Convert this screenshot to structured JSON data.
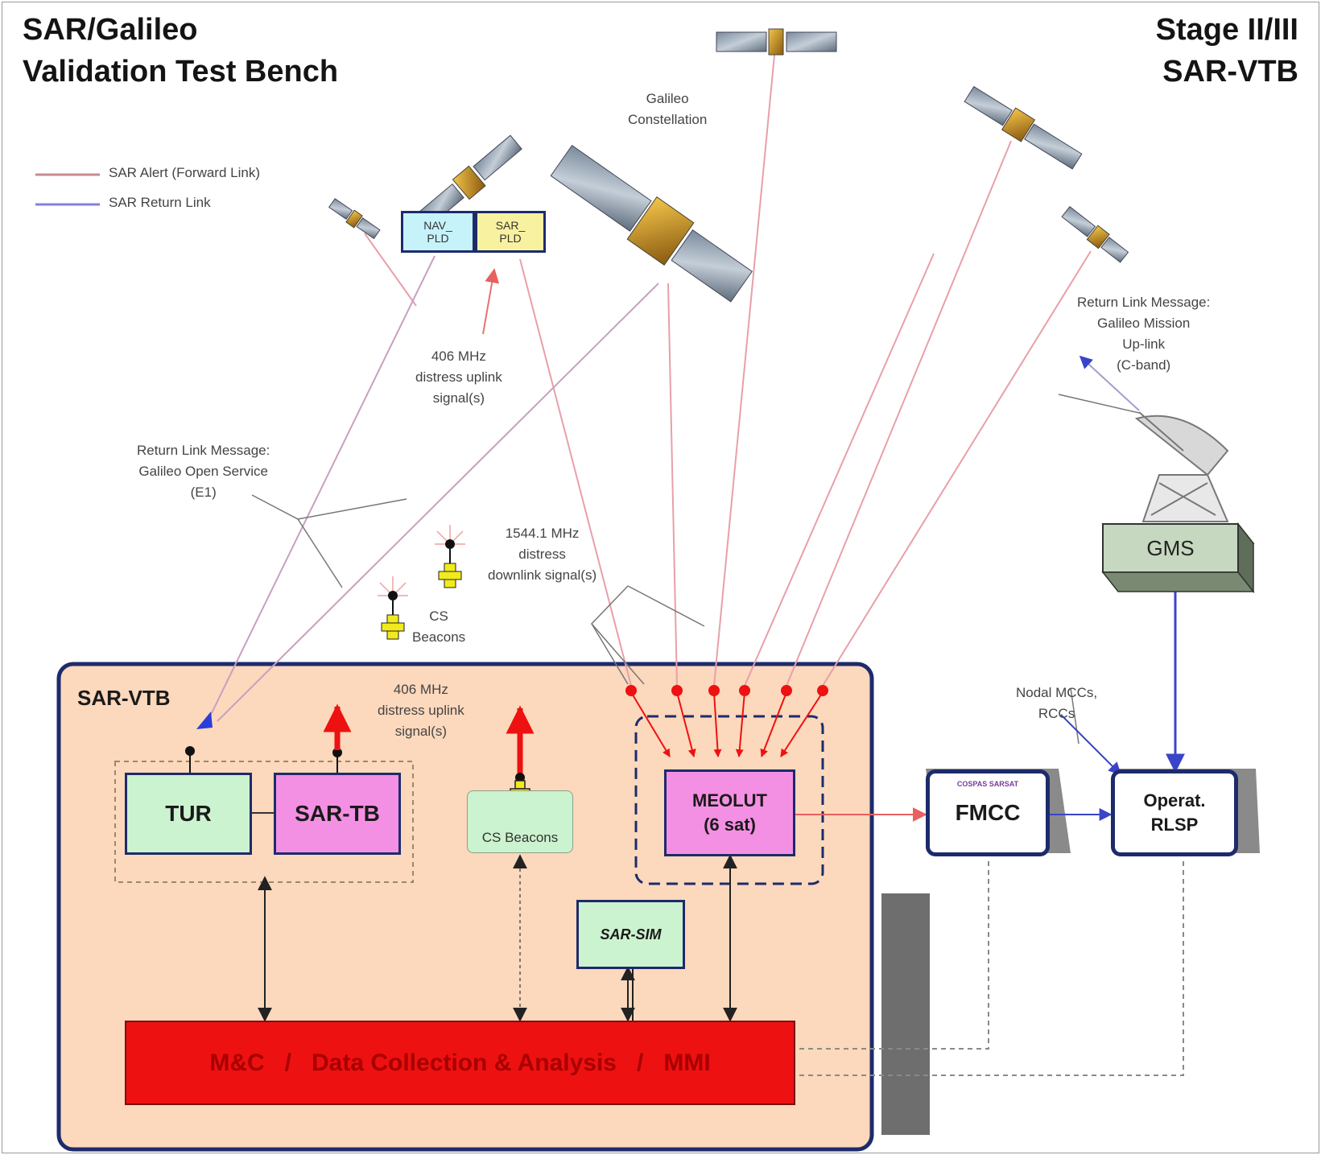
{
  "title": {
    "line1": "SAR/Galileo",
    "line2": "Validation Test Bench"
  },
  "stage": {
    "line1": "Stage II/III",
    "line2": "SAR-VTB"
  },
  "legend": [
    {
      "label": "SAR Alert (Forward Link)",
      "color": "#c98b8b"
    },
    {
      "label": "SAR Return Link",
      "color": "#8080e0"
    }
  ],
  "payload": {
    "nav": "NAV_ PLD",
    "sar": "SAR_ PLD"
  },
  "annotations": {
    "constellation": [
      "Galileo",
      "Constellation"
    ],
    "uplink_top": [
      "406 MHz",
      "distress uplink",
      "signal(s)"
    ],
    "return_link_open": [
      "Return Link Message:",
      "Galileo Open Service",
      "(E1)"
    ],
    "return_link_mission": [
      "Return Link Message:",
      "Galileo Mission",
      "Up-link",
      "(C-band)"
    ],
    "downlink": [
      "1544.1 MHz",
      "distress",
      "downlink signal(s)"
    ],
    "cs_beacons": [
      "CS",
      "Beacons"
    ],
    "uplink_inner": [
      "406 MHz",
      "distress uplink",
      "signal(s)"
    ],
    "nodal": [
      "Nodal MCCs,",
      "RCCs"
    ]
  },
  "vtb": {
    "label": "SAR-VTB",
    "tur": "TUR",
    "sartb": "SAR-TB",
    "cs_beacons": "CS Beacons",
    "meolut": [
      "MEOLUT",
      "(6 sat)"
    ],
    "sarsim": "SAR-SIM",
    "mc_bar": "M&C   /   Data Collection & Analysis   /   MMI"
  },
  "gms": "GMS",
  "fmcc": {
    "label": "FMCC",
    "logo": "COSPAS SARSAT"
  },
  "rlsp": [
    "Operat.",
    "RLSP"
  ],
  "colors": {
    "vtb_fill": "#fcd8bc",
    "frame": "#1d2b6b",
    "forward_link": "#e8a0a8",
    "return_link": "#8a8ae0",
    "alert_red": "#ee1111",
    "mc_bar": "#ee1111",
    "mc_text": "#c00000",
    "gms_fill": "#c6d8c0",
    "beacon": "#f2ea1c"
  },
  "icons": [
    "satellite-icon",
    "beacon-icon",
    "dish-antenna-icon",
    "cospas-sarsat-logo-icon"
  ]
}
